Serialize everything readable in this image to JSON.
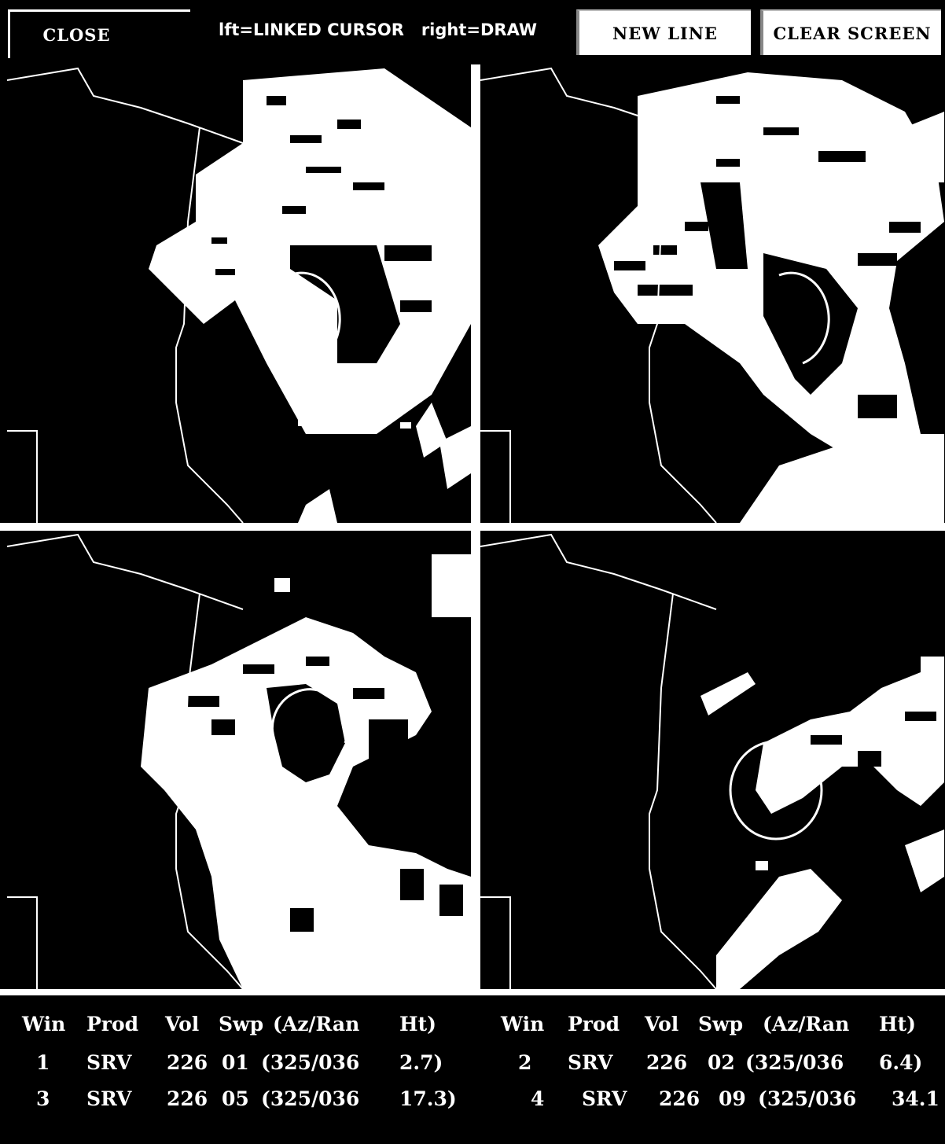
{
  "toolbar": {
    "close_label": "CLOSE",
    "hint_text": "lft=LINKED CURSOR   right=DRAW",
    "new_line_label": "NEW LINE",
    "clear_screen_label": "CLEAR SCREEN"
  },
  "colors": {
    "background": "#000000",
    "echo": "#ffffff",
    "button_face": "#ffffff"
  },
  "table": {
    "headers": [
      "Win",
      "Prod",
      "Vol",
      "Swp",
      "(Az/Ran",
      "Ht)"
    ],
    "rows": [
      {
        "win": "1",
        "prod": "SRV",
        "vol": "226",
        "swp": "01",
        "azran": "(325/036",
        "ht": "2.7)"
      },
      {
        "win": "2",
        "prod": "SRV",
        "vol": "226",
        "swp": "02",
        "azran": "(325/036",
        "ht": "6.4)"
      },
      {
        "win": "3",
        "prod": "SRV",
        "vol": "226",
        "swp": "05",
        "azran": "(325/036",
        "ht": "17.3)"
      },
      {
        "win": "4",
        "prod": "SRV",
        "vol": "226",
        "swp": "09",
        "azran": "(325/036",
        "ht": "34.1"
      }
    ]
  }
}
